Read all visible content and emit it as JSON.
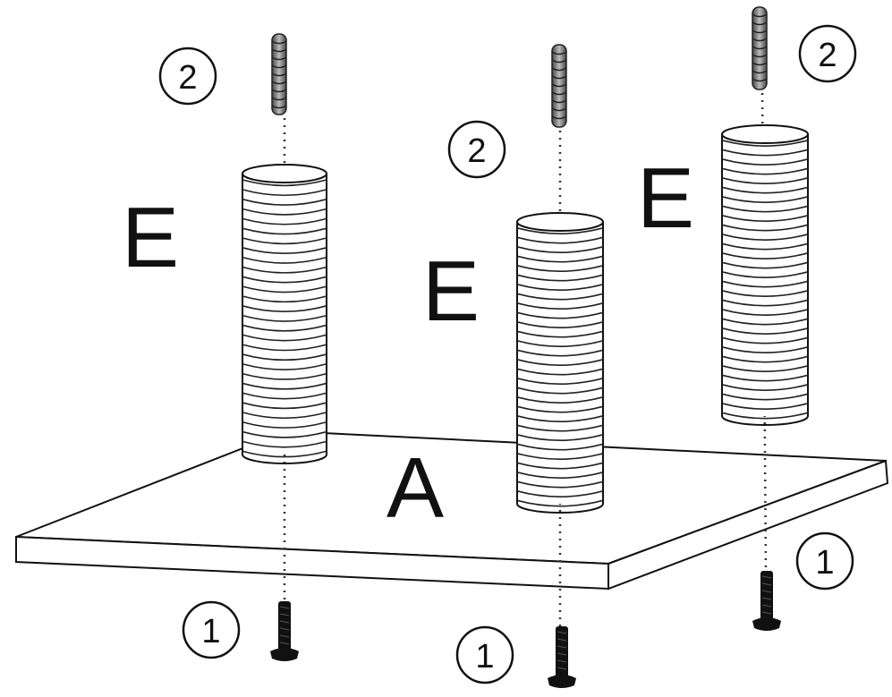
{
  "labels": {
    "plate": "A",
    "spacer_left": "E",
    "spacer_middle": "E",
    "spacer_right": "E",
    "bolt_left": "2",
    "bolt_middle": "2",
    "bolt_right": "2",
    "screw_left": "1",
    "screw_middle": "1",
    "screw_right": "1"
  }
}
